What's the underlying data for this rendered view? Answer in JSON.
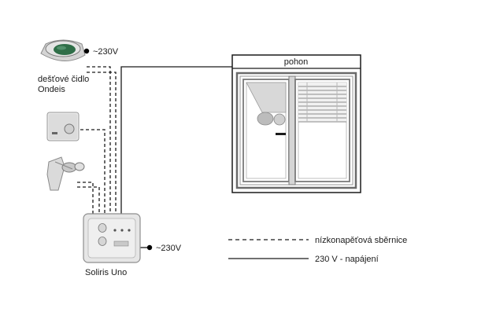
{
  "rain_sensor": {
    "name_line1": "dešťové čidlo",
    "name_line2": "Ondeis",
    "power": "~230V"
  },
  "controller": {
    "name": "Soliris Uno",
    "power": "~230V"
  },
  "window": {
    "label": "pohon"
  },
  "legend": {
    "dashed_label": "nízkonapěťová sběrnice",
    "solid_label": "230 V - napájení"
  },
  "colors": {
    "line": "#1a1a1a",
    "device_body": "#e6e6e6",
    "sensor_green": "#2f6e48"
  }
}
